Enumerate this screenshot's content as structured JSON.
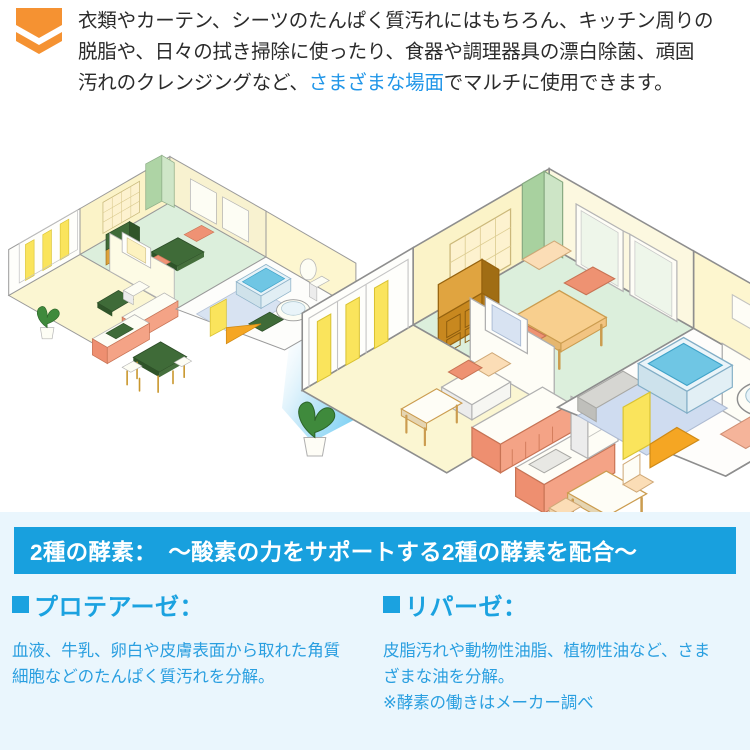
{
  "intro": {
    "icon": "double-chevron-down-icon",
    "icon_color": "#f59232",
    "line1": "衣類やカーテン、シーツのたんぱく質汚れにはもちろん、キッチン周りの",
    "line2": "脱脂や、日々の拭き掃除に使ったり、食器や調理器具の漂白除菌、頑固",
    "line3_a": "汚れのクレンジングなど、",
    "line3_hl": "さまざまな場面",
    "line3_b": "でマルチに使用できます。",
    "highlight_color": "#2196e8"
  },
  "illustration": {
    "before_label": "house-before-isometric",
    "after_label": "house-after-isometric",
    "beam_label": "blue-transition-beam",
    "beam_color_from": "#ffffff",
    "beam_color_to": "#6ecbf2"
  },
  "banner": {
    "text": "2種の酵素：　～酸素の力をサポートする2種の酵素を配合～",
    "background": "#18a0de",
    "text_color": "#ffffff"
  },
  "enzymes": [
    {
      "bullet": "■",
      "title": "プロテアーゼ：",
      "lines": [
        "血液、牛乳、卵白や皮膚表面から取れた角質",
        "細胞などのたんぱく質汚れを分解。"
      ],
      "note": ""
    },
    {
      "bullet": "■",
      "title": "リパーゼ：",
      "lines": [
        "皮脂汚れや動物性油脂、植物性油など、さま",
        "ざまな油を分解。"
      ],
      "note": "※酵素の働きはメーカー調べ"
    }
  ],
  "colors": {
    "accent_blue": "#1ba2e0",
    "panel_background": "#eaf6fd",
    "page_background": "#ffffff",
    "orange": "#f59232"
  }
}
